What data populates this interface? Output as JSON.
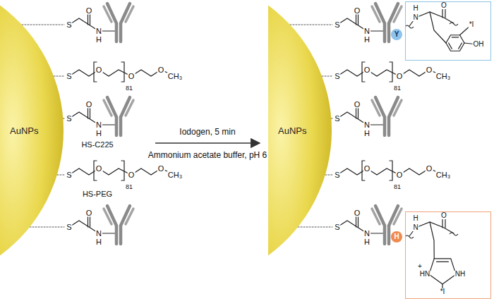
{
  "diagram": {
    "nodes": [
      {
        "text": [
          "AuNPs"
        ]
      },
      {
        "text": [
          "AuNPs"
        ]
      },
      {
        "text": [
          "Y"
        ]
      },
      {
        "text": [
          "H",
          "N",
          "O",
          "*I",
          "OH"
        ]
      },
      {
        "text": [
          "H"
        ]
      },
      {
        "text": [
          "H",
          "N",
          "O",
          "+",
          "HN",
          "NH",
          "*I"
        ]
      }
    ],
    "labels": [
      "S",
      "O",
      "N",
      "H",
      "S",
      "O",
      "81",
      "O",
      "O",
      "CH₃",
      "S",
      "O",
      "N",
      "H",
      "HS-C225",
      "S",
      "O",
      "81",
      "O",
      "O",
      "CH₃",
      "HS-PEG",
      "S",
      "O",
      "N",
      "H",
      "Iodogen, 5 min",
      "Ammonium acetate buffer, pH 6",
      "S",
      "O",
      "N",
      "H",
      "S",
      "O",
      "81",
      "O",
      "O",
      "CH₃",
      "S",
      "O",
      "N",
      "H",
      "S",
      "O",
      "81",
      "O",
      "O",
      "CH₃",
      "S",
      "O",
      "N",
      "H"
    ]
  }
}
